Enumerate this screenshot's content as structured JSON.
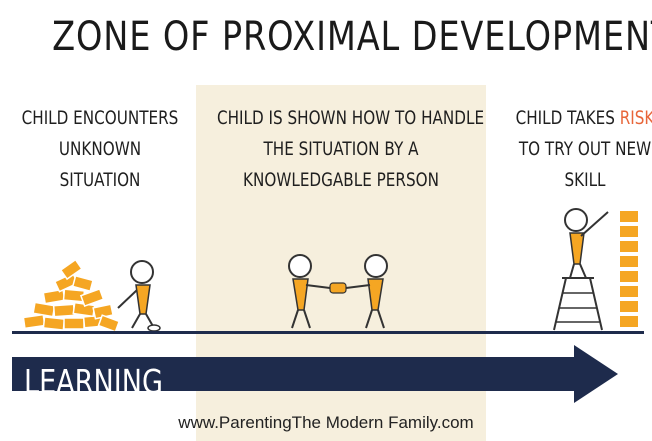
{
  "title": "ZONE OF PROXIMAL DEVELOPMENT",
  "stages": [
    {
      "lines": [
        "CHILD ENCOUNTERS",
        "UNKNOWN",
        "SITUATION"
      ]
    },
    {
      "lines": [
        "CHILD IS SHOWN HOW TO HANDLE",
        "THE SITUATION BY A",
        "KNOWLEDGABLE PERSON"
      ]
    },
    {
      "line1_prefix": "CHILD TAKES ",
      "line1_highlight": "RISK",
      "lines": [
        "TO TRY OUT NEW",
        "SKILL"
      ]
    }
  ],
  "arrow_label": "LEARNING",
  "footer": "www.ParentingThe Modern Family.com",
  "colors": {
    "accent_orange": "#f5a623",
    "risk_text": "#e8663a",
    "arrow_navy": "#1e2b4c",
    "zone_band": "#f6efdd"
  },
  "icons": [
    "bricks-icon",
    "stick-figure-icon",
    "handshake-figures-icon",
    "ladder-icon",
    "brick-tower-icon"
  ]
}
